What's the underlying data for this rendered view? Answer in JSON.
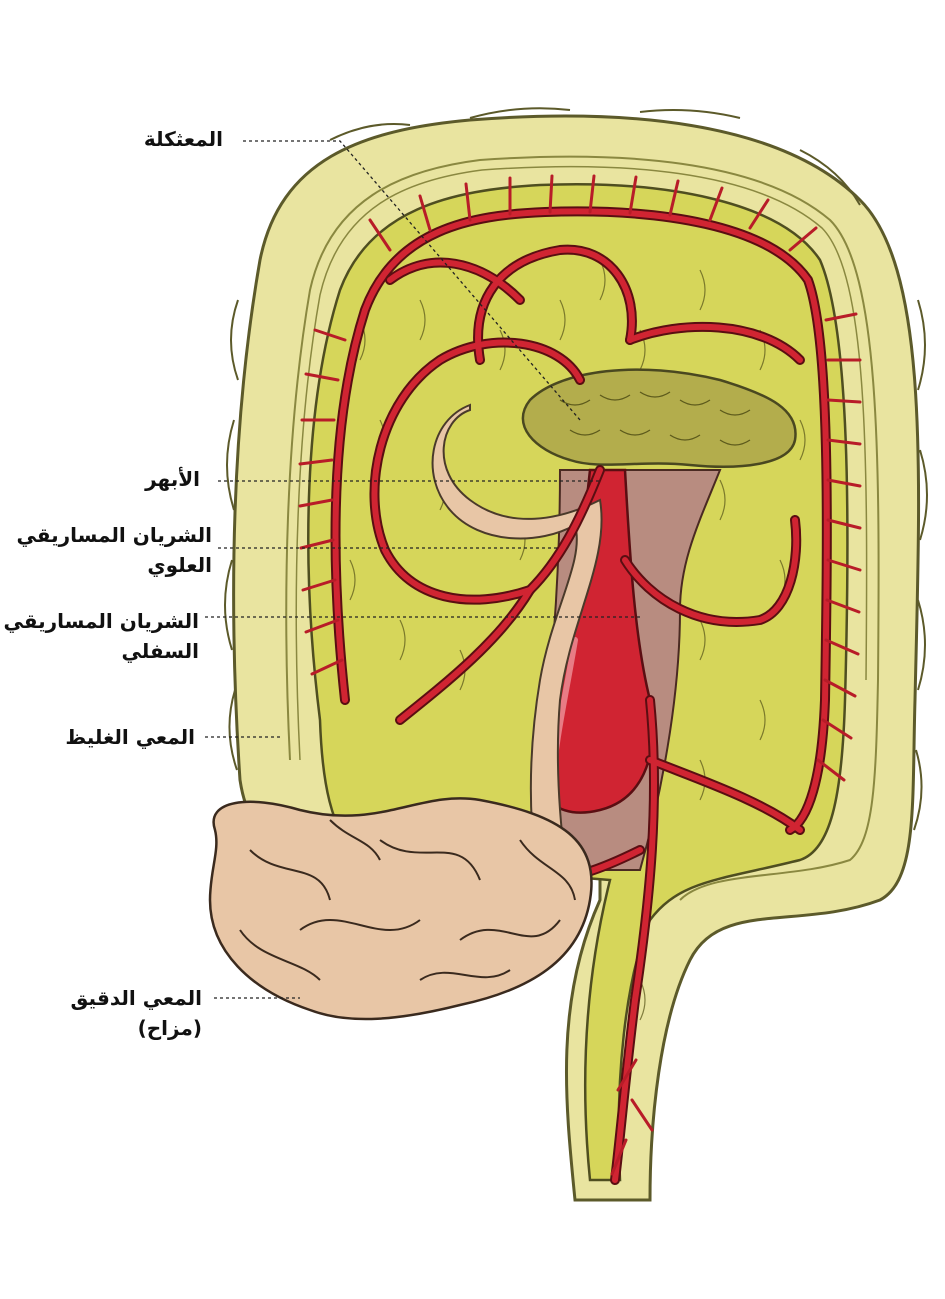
{
  "labels": {
    "pancreas": "المعثكلة",
    "aorta": "الأبهر",
    "sma_line1": "الشريان المساريقي",
    "sma_line2": "العلوي",
    "ima_line1": "الشريان المساريقي",
    "ima_line2": "السفلي",
    "large_intestine": "المعي الغليظ",
    "small_intestine_line1": "المعي الدقيق",
    "small_intestine_line2": "(مزاح)"
  },
  "colors": {
    "colon_outer": "#e9e4a0",
    "colon_stroke": "#5c5a2a",
    "mesentery": "#d6d65a",
    "artery": "#d02432",
    "artery_stroke": "#5a0e12",
    "pancreas": "#b3ad4c",
    "small_intestine": "#e8c6a6",
    "deep_tissue": "#b88c80"
  }
}
